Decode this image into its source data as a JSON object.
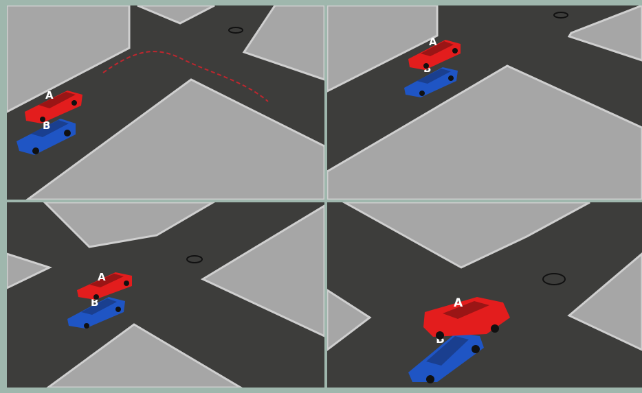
{
  "colors": {
    "frame": "#9fb7ad",
    "road": "#3d3d3b",
    "sidewalk": "#a6a6a6",
    "curb": "#c9c9c9",
    "car_a": "#e31d1d",
    "car_b": "#1f55c4",
    "path": "#c0262e",
    "divider": "#e6e6e6"
  },
  "panels": [
    {
      "car_a_label": "A",
      "car_b_label": "B",
      "path_icon": "dashed-turn-path"
    },
    {
      "car_a_label": "A",
      "car_b_label": "B"
    },
    {
      "car_a_label": "A",
      "car_b_label": "B"
    },
    {
      "car_a_label": "A",
      "car_b_label": "B"
    }
  ]
}
